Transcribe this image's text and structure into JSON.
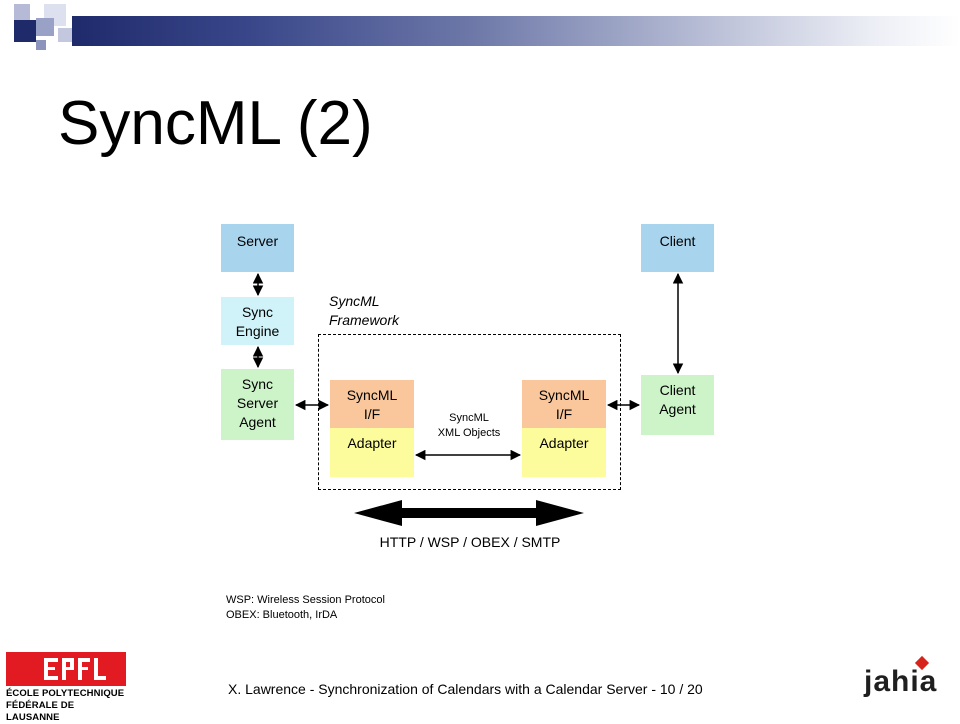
{
  "slide": {
    "title": "SyncML (2)",
    "footer": "X. Lawrence - Synchronization of Calendars with a Calendar Server - 10 / 20"
  },
  "diagram": {
    "server": "Server",
    "sync_engine": "Sync\nEngine",
    "sync_server_agent": "Sync\nServer\nAgent",
    "client": "Client",
    "client_agent": "Client\nAgent",
    "framework_label": "SyncML\nFramework",
    "syncml_if_left": "SyncML\nI/F",
    "adapter_left": "Adapter",
    "syncml_if_right": "SyncML\nI/F",
    "adapter_right": "Adapter",
    "xml_objects": "SyncML\nXML Objects",
    "transport": "HTTP / WSP / OBEX / SMTP"
  },
  "notes": {
    "wsp": "WSP: Wireless Session Protocol",
    "obex": "OBEX: Bluetooth, IrDA"
  },
  "logos": {
    "epfl_line1": "ÉCOLE POLYTECHNIQUE",
    "epfl_line2": "FÉDÉRALE DE LAUSANNE",
    "jahia": "jahia"
  },
  "colors": {
    "title_bar": "#1f2a6b",
    "box_blue": "#a9d4ee",
    "box_green": "#cdf3c9",
    "box_orange": "#f9c79b",
    "box_yellow": "#fdfc9d",
    "epfl_red": "#e21b23",
    "jahia_accent": "#d7241b"
  }
}
